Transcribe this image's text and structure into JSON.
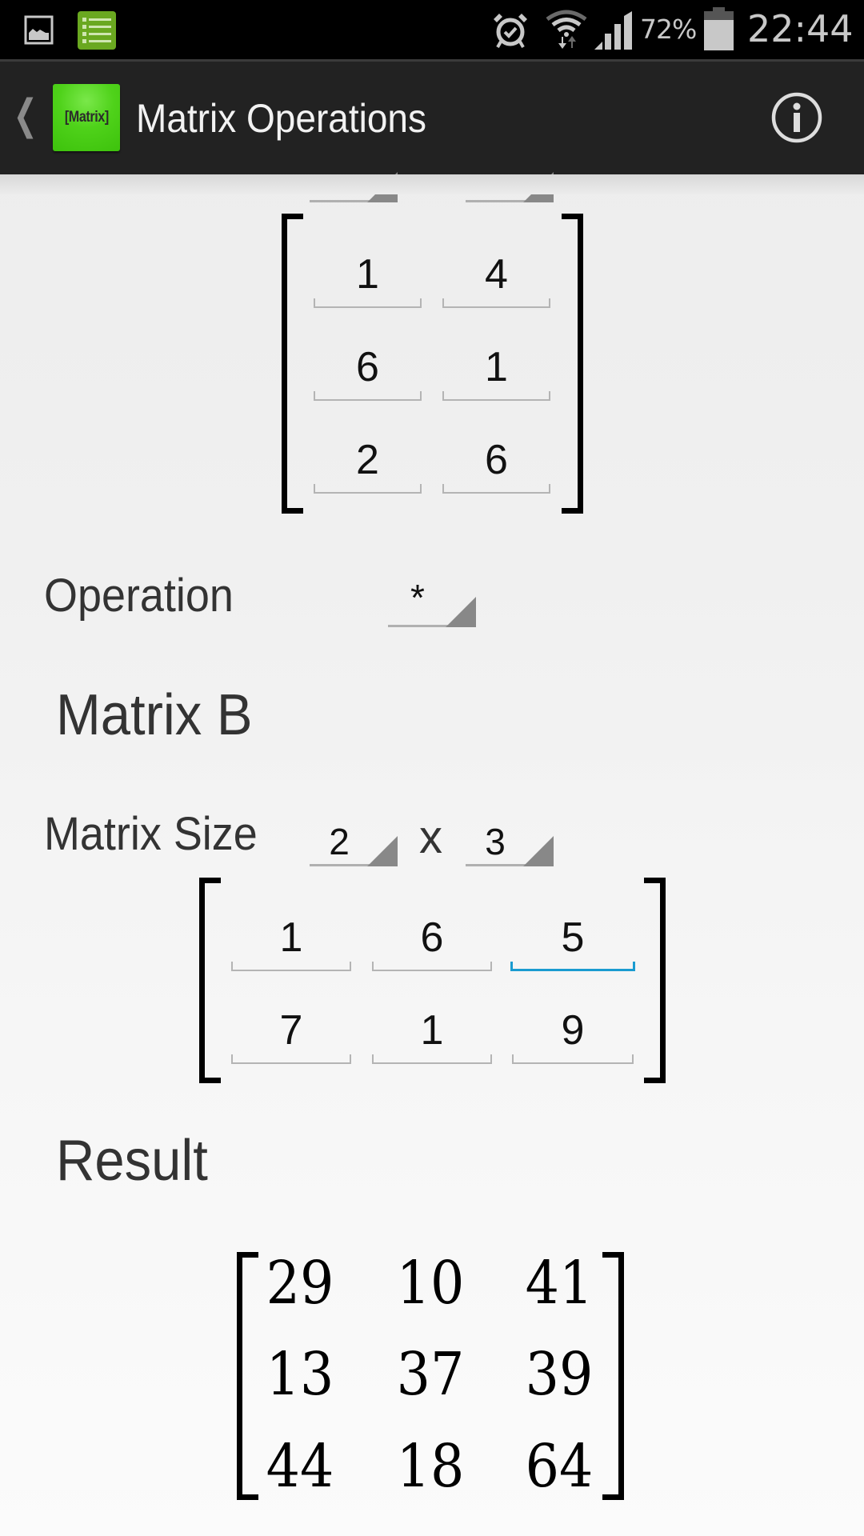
{
  "status_bar": {
    "notification_icons": [
      "gallery-image-icon",
      "task-list-icon"
    ],
    "system_icons": [
      "alarm-icon",
      "wifi-icon",
      "signal-icon"
    ],
    "battery_percent": "72%",
    "time": "22:44"
  },
  "action_bar": {
    "up_icon": "chevron-left-icon",
    "app_icon_text": "[Matrix]",
    "title": "Matrix Operations",
    "info_icon": "info-icon"
  },
  "matrix_a": {
    "size_rows": "",
    "size_cols": "",
    "cells": [
      [
        "1",
        "4"
      ],
      [
        "6",
        "1"
      ],
      [
        "2",
        "6"
      ]
    ]
  },
  "operation": {
    "label": "Operation",
    "value": "*"
  },
  "matrix_b": {
    "heading": "Matrix B",
    "size_label": "Matrix Size",
    "size_rows": "2",
    "size_separator": "x",
    "size_cols": "3",
    "cells": [
      [
        "1",
        "6",
        "5"
      ],
      [
        "7",
        "1",
        "9"
      ]
    ],
    "focused_cell": "0,2"
  },
  "result": {
    "heading": "Result",
    "cells": [
      [
        "29",
        "10",
        "41"
      ],
      [
        "13",
        "37",
        "39"
      ],
      [
        "44",
        "18",
        "64"
      ]
    ]
  },
  "colors": {
    "focus_accent": "#1a9bd0",
    "app_icon_green": "#4fd21a",
    "action_bar_bg": "#222222",
    "status_bar_bg": "#000000"
  }
}
